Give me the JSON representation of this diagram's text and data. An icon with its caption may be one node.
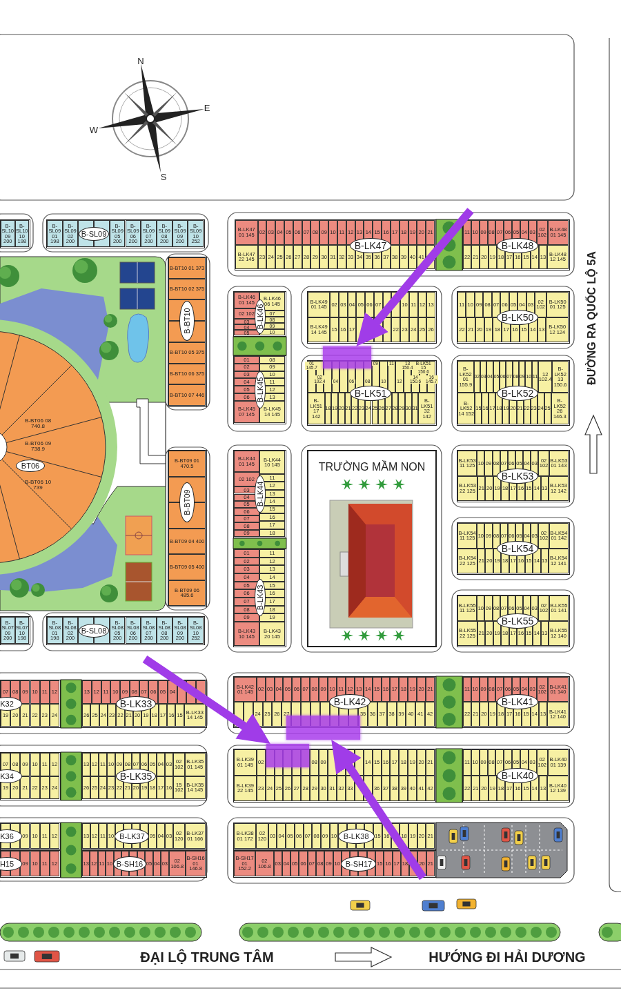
{
  "diagram": {
    "nodes": [
      {
        "text": [
          "B-LK47"
        ]
      },
      {
        "text": [
          "B-LK48"
        ]
      },
      {
        "text": [
          "B-LK46"
        ]
      },
      {
        "text": [
          "B-LK45"
        ]
      },
      {
        "text": [
          "B-LK50"
        ]
      },
      {
        "text": [
          "B-LK51"
        ]
      },
      {
        "text": [
          "B-LK52"
        ]
      },
      {
        "text": [
          "B-LK44"
        ]
      },
      {
        "text": [
          "B-LK43"
        ]
      },
      {
        "text": [
          "B-LK53"
        ]
      },
      {
        "text": [
          "B-LK54"
        ]
      },
      {
        "text": [
          "B-LK55"
        ]
      },
      {
        "text": [
          "B-SL09"
        ]
      },
      {
        "text": [
          "B-BT10"
        ]
      },
      {
        "text": [
          "BT06"
        ]
      },
      {
        "text": [
          "B-BT09"
        ]
      },
      {
        "text": [
          "B-SL08"
        ]
      },
      {
        "text": [
          "K32"
        ]
      },
      {
        "text": [
          "B-LK33"
        ]
      },
      {
        "text": [
          "B-LK42"
        ]
      },
      {
        "text": [
          "B-LK41"
        ]
      },
      {
        "text": [
          "K34"
        ]
      },
      {
        "text": [
          "B-LK35"
        ]
      },
      {
        "text": [
          "B-LK40"
        ]
      },
      {
        "text": [
          "K36"
        ]
      },
      {
        "text": [
          "B-LK37"
        ]
      },
      {
        "text": [
          "B-LK38"
        ]
      },
      {
        "text": [
          "H15"
        ]
      },
      {
        "text": [
          "B-SH16"
        ]
      },
      {
        "text": [
          "B-SH17"
        ]
      },
      {
        "text": [
          "TRƯỜNG MẦM NON"
        ]
      },
      {
        "text": [],
        "shape": "box"
      },
      {
        "text": [],
        "shape": "box"
      },
      {
        "text": [],
        "shape": "box"
      }
    ],
    "edges": [
      {
        "from": null,
        "to": 31,
        "arrow": "to"
      },
      {
        "from": null,
        "to": 33,
        "arrow": "to"
      },
      {
        "from": null,
        "to": 32,
        "arrow": "to"
      }
    ],
    "labels": [
      "N",
      "E",
      "S",
      "W",
      "ĐƯỜNG RA QUỐC LỘ 5A",
      "ĐẠI LỘ TRUNG TÂM",
      "HƯỚNG ĐI HẢI DƯƠNG",
      "B-LK47 01 145",
      "02",
      "03",
      "04",
      "05",
      "06",
      "07",
      "08",
      "09",
      "10",
      "11",
      "12",
      "13",
      "14",
      "15",
      "16",
      "17",
      "18",
      "19",
      "20",
      "21",
      "B-LK47 22 145",
      "23",
      "24",
      "25",
      "26",
      "27",
      "28",
      "29",
      "30",
      "31",
      "32",
      "33",
      "34",
      "35",
      "36",
      "37",
      "38",
      "39",
      "40",
      "41",
      "11",
      "10",
      "09",
      "08",
      "07",
      "06",
      "05",
      "04",
      "03",
      "02 102",
      "B-LK48 01 145",
      "22",
      "21",
      "20",
      "19",
      "18",
      "17",
      "16",
      "15",
      "14",
      "13",
      "B-LK48 12 145",
      "B-LK46 01 145",
      "02 102",
      "03",
      "04",
      "05",
      "B-LK46 06 145",
      "07",
      "08",
      "09",
      "10",
      "01",
      "02",
      "03",
      "04",
      "05",
      "06",
      "B-LK45 07 145",
      "08",
      "09",
      "10",
      "11",
      "12",
      "13",
      "B-LK45 14 145",
      "B-LK49 01 145",
      "02",
      "03",
      "04",
      "05",
      "06",
      "07",
      "10",
      "11",
      "12",
      "13",
      "B-LK49 14 145",
      "15",
      "16",
      "17",
      "22",
      "23",
      "24",
      "25",
      "26",
      "11",
      "10",
      "09",
      "08",
      "07",
      "06",
      "05",
      "04",
      "03",
      "02 102",
      "B-LK50 01 125",
      "22",
      "21",
      "20",
      "19",
      "18",
      "17",
      "16",
      "15",
      "14",
      "13",
      "B-LK50 12 124",
      "01 145.7",
      "02 102.4",
      "04",
      "06",
      "08",
      "09",
      "10",
      "11",
      "12",
      "13 150.4",
      "14 150.6",
      "B-LK51 15 150.6",
      "16 145.7",
      "B-LK51 17 142",
      "18",
      "19",
      "20",
      "21",
      "22",
      "23",
      "24",
      "25",
      "26",
      "27",
      "28",
      "29",
      "30",
      "31",
      "B-LK51 32 142",
      "B-LK52 01 155.9",
      "02",
      "03",
      "04",
      "05",
      "06",
      "07",
      "08",
      "09",
      "10",
      "11",
      "12 102.4",
      "B-LK52 13 150.6",
      "B-LK52 14 152",
      "15",
      "16",
      "17",
      "18",
      "19",
      "20",
      "21",
      "22",
      "23",
      "24",
      "25",
      "B-LK52 26 146.3",
      "B-LK44 01 145",
      "02 102",
      "03",
      "04",
      "05",
      "06",
      "07",
      "08",
      "09",
      "B-LK44 10 145",
      "11",
      "12",
      "13",
      "14",
      "15",
      "16",
      "17",
      "18",
      "01",
      "02",
      "03",
      "04",
      "05",
      "06",
      "07",
      "08",
      "09",
      "B-LK43 10 145",
      "11",
      "12",
      "13",
      "14",
      "15",
      "16",
      "17",
      "18",
      "19",
      "B-LK43 20 145",
      "B-LK53 11 125",
      "10",
      "09",
      "08",
      "07",
      "06",
      "05",
      "04",
      "03",
      "02 102",
      "B-LK53 01 143",
      "B-LK53 22 125",
      "21",
      "20",
      "19",
      "18",
      "17",
      "16",
      "15",
      "14",
      "13",
      "B-LK53 12 142",
      "B-LK54 11 125",
      "10",
      "09",
      "08",
      "07",
      "06",
      "05",
      "04",
      "03",
      "02 102",
      "B-LK54 01 142",
      "B-LK54 22 125",
      "21",
      "20",
      "19",
      "18",
      "17",
      "16",
      "15",
      "14",
      "13",
      "B-LK54 12 141",
      "B-LK55 11 125",
      "10",
      "09",
      "08",
      "07",
      "06",
      "05",
      "04",
      "03",
      "02 102",
      "B-LK55 01 141",
      "B-LK55 22 125",
      "21",
      "20",
      "19",
      "18",
      "17",
      "16",
      "15",
      "14",
      "13",
      "B-LK55 12 140",
      "B-SL10 09 200",
      "B-SL10 10 198",
      "B-SL09 01 198",
      "B-SL09 02 200",
      "B-SL09 05 200",
      "B-SL09 06 200",
      "B-SL09 07 200",
      "B-SL09 08 200",
      "B-SL09 09 200",
      "B-SL09 10 252",
      "B-BT10 01 373",
      "B-BT10 02 375",
      "B-BT10 05 375",
      "B-BT10 06 375",
      "B-BT10 07 446",
      "B-BT06 08 740.8",
      "B-BT06 09 738.9",
      "B-BT06 10 739",
      "B-BT09 01 470.5",
      "B-BT09 04 400",
      "B-BT09 05 400",
      "B-BT09 06 485.6",
      "B-SL07 09 200",
      "B-SL07 10 198",
      "B-SL08 01 198",
      "B-SL08 02 200",
      "B-SL08 05 200",
      "B-SL08 06 200",
      "B-SL08 07 200",
      "B-SL08 08 200",
      "B-SL08 09 200",
      "B-SL08 10 252",
      "07",
      "08",
      "09",
      "10",
      "11",
      "12",
      "19",
      "20",
      "21",
      "22",
      "23",
      "24",
      "13",
      "12",
      "11",
      "10",
      "09",
      "08",
      "07",
      "06",
      "05",
      "04",
      "26",
      "25",
      "24",
      "23",
      "22",
      "21",
      "20",
      "19",
      "18",
      "17",
      "16",
      "15",
      "B-LK33 14 145",
      "B-LK42 01 145",
      "02",
      "03",
      "04",
      "05",
      "06",
      "07",
      "08",
      "09",
      "10",
      "11",
      "12",
      "13",
      "14",
      "15",
      "16",
      "17",
      "18",
      "19",
      "20",
      "21",
      "24",
      "25",
      "26",
      "27",
      "35",
      "36",
      "37",
      "38",
      "39",
      "40",
      "41",
      "42",
      "11",
      "10",
      "09",
      "08",
      "07",
      "06",
      "05",
      "04",
      "03",
      "02 102",
      "B-LK41 01 140",
      "22",
      "21",
      "20",
      "19",
      "18",
      "17",
      "16",
      "15",
      "14",
      "13",
      "B-LK41 12 140",
      "07",
      "08",
      "09",
      "10",
      "11",
      "12",
      "19",
      "20",
      "21",
      "22",
      "23",
      "24",
      "13",
      "12",
      "11",
      "10",
      "09",
      "08",
      "07",
      "06",
      "05",
      "04",
      "03",
      "02 102",
      "B-LK35 01 145",
      "26",
      "25",
      "24",
      "23",
      "22",
      "21",
      "20",
      "19",
      "18",
      "17",
      "16",
      "15 102",
      "B-LK35 14 145",
      "B-LK39 01 145",
      "02",
      "08",
      "09",
      "14",
      "15",
      "16",
      "17",
      "18",
      "19",
      "20",
      "21",
      "B-LK39 22 145",
      "23",
      "24",
      "25",
      "26",
      "27",
      "28",
      "29",
      "30",
      "31",
      "32",
      "33",
      "36",
      "37",
      "38",
      "39",
      "40",
      "41",
      "42",
      "11",
      "10",
      "09",
      "08",
      "07",
      "06",
      "05",
      "04",
      "03",
      "02 102",
      "B-LK40 01 139",
      "22",
      "21",
      "20",
      "19",
      "18",
      "17",
      "16",
      "15",
      "14",
      "13",
      "B-LK40 12 139",
      "09",
      "10",
      "11",
      "12",
      "13",
      "12",
      "11",
      "10",
      "05",
      "04",
      "03",
      "02 120",
      "B-LK37 01 166",
      "B-LK38 01 172",
      "02 120",
      "03",
      "04",
      "05",
      "06",
      "07",
      "08",
      "09",
      "10",
      "15",
      "16",
      "18",
      "19",
      "20",
      "21",
      "09",
      "10",
      "11",
      "12",
      "13",
      "12",
      "11",
      "10",
      "05",
      "04",
      "03",
      "02 106.8",
      "B-SH16 01 146.8",
      "B-SH17 01 152.2",
      "02 106.8",
      "03",
      "04",
      "05",
      "06",
      "07",
      "08",
      "09",
      "10",
      "15",
      "16",
      "17",
      "18",
      "20",
      "21"
    ]
  }
}
